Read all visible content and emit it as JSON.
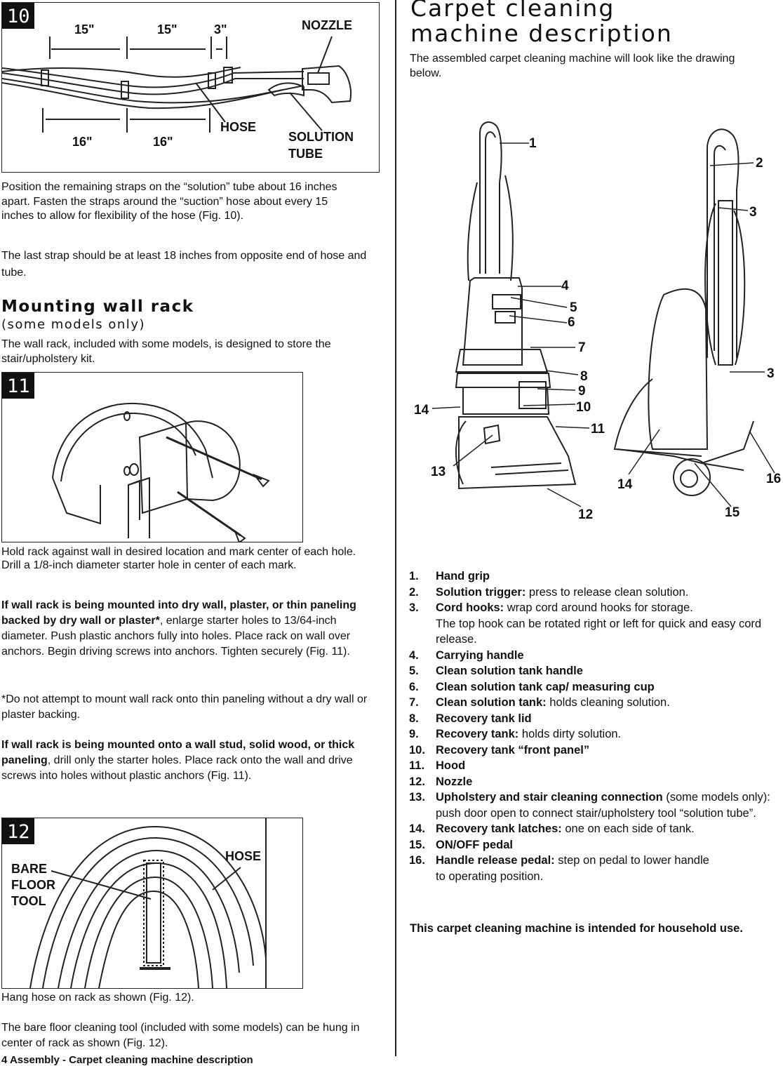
{
  "fig10": {
    "number": "10",
    "labels": {
      "m1": "15\"",
      "m2": "15\"",
      "m3": "3\"",
      "nozzle": "NOZZLE",
      "m4": "16\"",
      "m5": "16\"",
      "hose": "HOSE",
      "solution_tube": "SOLUTION TUBE"
    }
  },
  "left": {
    "p1": "Position the remaining straps on the “solution” tube about 16 inches apart.  Fasten the straps around the “suction” hose about every 15 inches to allow for flexibility of the hose (Fig. 10).",
    "p2": "The last strap should be at least 18 inches from opposite end of hose and tube.",
    "heading": "Mounting wall rack",
    "subheading": "(some models only)",
    "p3": "The wall rack, included with some models,  is designed to store the stair/upholstery kit.",
    "p4": "Hold rack against wall in desired location and mark center of each hole.  Drill a 1/8-inch diameter starter hole in center of each mark.",
    "p5_bold": "If wall rack is being mounted into dry wall, plaster, or thin paneling backed by dry wall or plaster*",
    "p5_rest": ", enlarge starter holes to 13/64-inch diameter.  Push plastic anchors fully into holes. Place rack on wall over anchors.  Begin driving screws into anchors.  Tighten securely (Fig. 11).",
    "p6": "*Do not attempt to mount wall rack onto thin paneling without a dry wall or plaster backing.",
    "p7_bold": "If wall rack is being mounted onto a wall stud, solid wood, or thick paneling",
    "p7_rest": ", drill only the starter holes.  Place rack onto the wall and drive screws into holes without plastic anchors (Fig. 11).",
    "p8": "Hang hose on rack as shown (Fig. 12).",
    "p9": "The bare floor cleaning tool (included with some models) can be hung in center of rack as shown (Fig. 12).",
    "footer": "4  Assembly - Carpet cleaning machine description"
  },
  "fig11": {
    "number": "11"
  },
  "fig12": {
    "number": "12",
    "labels": {
      "bare": "BARE",
      "floor": "FLOOR",
      "tool": "TOOL",
      "hose": "HOSE"
    }
  },
  "right": {
    "title_line1": "Carpet cleaning",
    "title_line2": "machine description",
    "intro": "The assembled carpet cleaning machine will look like the drawing below.",
    "callouts": [
      "1",
      "2",
      "3",
      "3",
      "4",
      "5",
      "6",
      "7",
      "8",
      "9",
      "10",
      "11",
      "12",
      "13",
      "14",
      "14",
      "15",
      "16"
    ],
    "parts": [
      {
        "n": "1.",
        "title": "Hand grip",
        "desc": ""
      },
      {
        "n": "2.",
        "title": "Solution trigger:",
        "desc": "  press to release clean solution."
      },
      {
        "n": "3.",
        "title": "Cord hooks:",
        "desc": "  wrap cord around hooks for storage.",
        "extra": "The top hook can be rotated right or left for quick and easy cord release."
      },
      {
        "n": "4.",
        "title": "Carrying handle",
        "desc": ""
      },
      {
        "n": "5.",
        "title": "Clean solution tank handle",
        "desc": ""
      },
      {
        "n": "6.",
        "title": "Clean solution tank cap/ measuring cup",
        "desc": ""
      },
      {
        "n": "7.",
        "title": "Clean solution tank:",
        "desc": "  holds cleaning solution."
      },
      {
        "n": "8.",
        "title": "Recovery tank lid",
        "desc": ""
      },
      {
        "n": "9.",
        "title": "Recovery tank:",
        "desc": "  holds dirty solution."
      },
      {
        "n": "10.",
        "title": "Recovery tank “front panel”",
        "desc": ""
      },
      {
        "n": "11.",
        "title": "Hood",
        "desc": ""
      },
      {
        "n": "12.",
        "title": "Nozzle",
        "desc": ""
      },
      {
        "n": "13.",
        "title": "Upholstery and stair cleaning connection",
        "desc": " (some models only):  push door open to connect stair/upholstery tool “solution tube”."
      },
      {
        "n": "14.",
        "title": "Recovery tank latches:",
        "desc": " one on each side of tank."
      },
      {
        "n": "15.",
        "title": "ON/OFF pedal",
        "desc": ""
      },
      {
        "n": "16.",
        "title": "Handle release pedal:",
        "desc": "  step on pedal to lower handle",
        "extra": "to operating position."
      }
    ],
    "note": "This carpet cleaning machine is intended for household use."
  }
}
